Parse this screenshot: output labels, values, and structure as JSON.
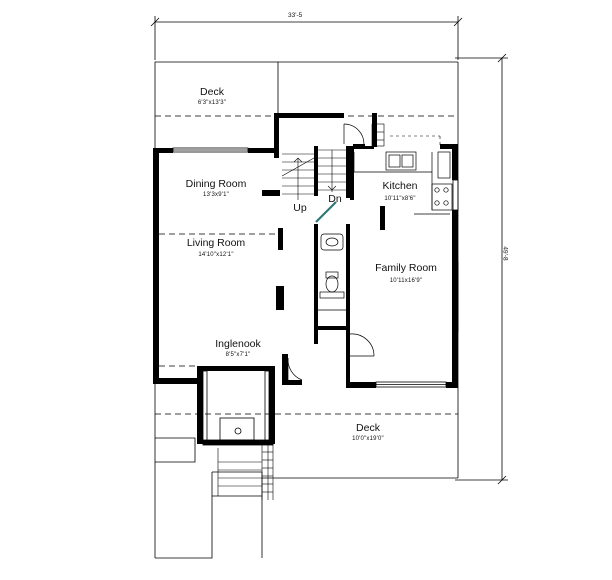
{
  "dimensions": {
    "width_label": "33'-5",
    "depth_label": "49'-8"
  },
  "rooms": {
    "deck_top": {
      "name": "Deck",
      "size": "6'3\"x13'3\""
    },
    "dining_room": {
      "name": "Dining Room",
      "size": "13'3x9'1\""
    },
    "kitchen": {
      "name": "Kitchen",
      "size": "10'11\"x8'6\""
    },
    "living_room": {
      "name": "Living Room",
      "size": "14'10\"x12'1\""
    },
    "family_room": {
      "name": "Family Room",
      "size": "10'11x16'9\""
    },
    "inglenook": {
      "name": "Inglenook",
      "size": "8'5\"x7'1\""
    },
    "deck_bottom": {
      "name": "Deck",
      "size": "10'0\"x19'0\""
    }
  },
  "stairs": {
    "up_label": "Up",
    "down_label": "Dn"
  }
}
